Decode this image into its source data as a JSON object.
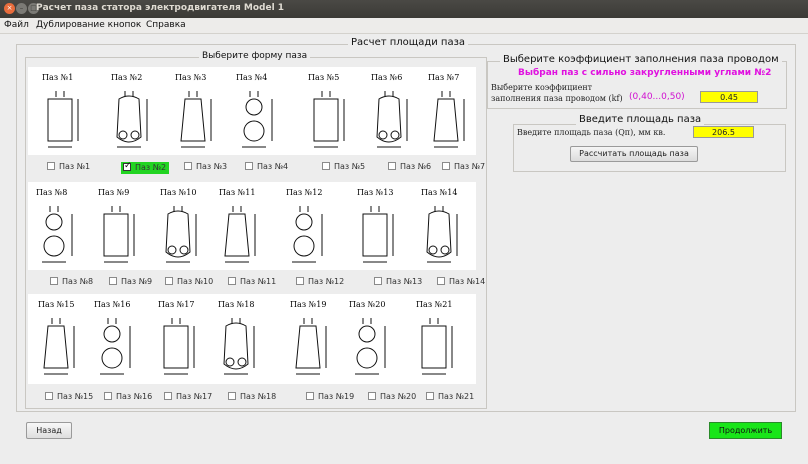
{
  "window": {
    "title": "Расчет паза статора электродвигателя Model 1",
    "close_glyph": "×",
    "min_glyph": "–",
    "max_glyph": "□"
  },
  "menu": {
    "items": [
      "Файл",
      "Дублирование кнопок",
      "Справка"
    ]
  },
  "main": {
    "title": "Расчет площади паза"
  },
  "shapes": {
    "title": "Выберите форму паза",
    "labels": [
      "Паз №1",
      "Паз №2",
      "Паз №3",
      "Паз №4",
      "Паз №5",
      "Паз №6",
      "Паз №7",
      "Паз №8",
      "Паз №9",
      "Паз №10",
      "Паз №11",
      "Паз №12",
      "Паз №13",
      "Паз №14",
      "Паз №15",
      "Паз №16",
      "Паз №17",
      "Паз №18",
      "Паз №19",
      "Паз №20",
      "Паз №21"
    ],
    "checkboxes": [
      "Паз №1",
      "Паз №2",
      "Паз №3",
      "Паз №4",
      "Паз №5",
      "Паз №6",
      "Паз №7",
      "Паз №8",
      "Паз №9",
      "Паз №10",
      "Паз №11",
      "Паз №12",
      "Паз №13",
      "Паз №14",
      "Паз №15",
      "Паз №16",
      "Паз №17",
      "Паз №18",
      "Паз №19",
      "Паз №20",
      "Паз №21"
    ],
    "selected_index": 1
  },
  "fill": {
    "title": "Выберите коэффициент заполнения паза проводом",
    "selected_text": "Выбран паз с сильно закругленными углами №2",
    "desc_line1": "Выберите коэффициент",
    "desc_line2": "заполнения паза проводом (kf)",
    "range": "(0,40...0,50)",
    "value": "0.45"
  },
  "area": {
    "title": "Введите площадь паза",
    "label": "Введите площадь паза (Qп), мм кв.",
    "value": "206.5",
    "calc_label": "Рассчитать площадь паза"
  },
  "footer": {
    "back_label": "Назад",
    "next_label": "Продолжить"
  },
  "colors": {
    "selected_bg": "#22d422",
    "input_bg": "#ffff00",
    "highlight_text": "#e010e0",
    "next_bg": "#19e519"
  }
}
